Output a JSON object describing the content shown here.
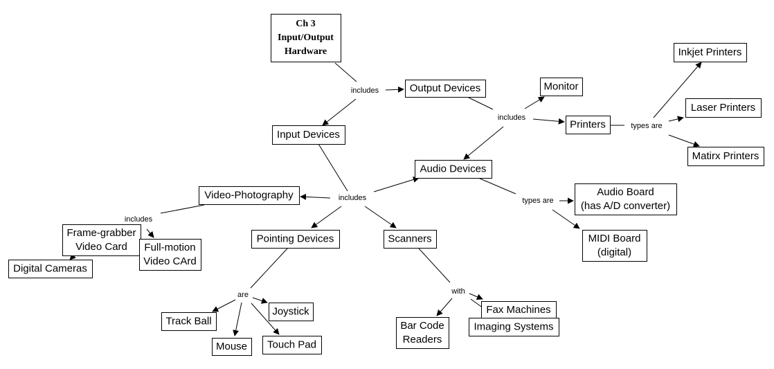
{
  "title": "Ch 3 Input/Output Hardware",
  "concepts": {
    "root": [
      "Ch 3",
      "Input/Output",
      "Hardware"
    ],
    "output_devices": [
      "Output Devices"
    ],
    "input_devices": [
      "Input Devices"
    ],
    "monitor": [
      "Monitor"
    ],
    "printers": [
      "Printers"
    ],
    "inkjet": [
      "Inkjet Printers"
    ],
    "laser": [
      "Laser Printers"
    ],
    "matrix": [
      "Matirx Printers"
    ],
    "audio_devices": [
      "Audio Devices"
    ],
    "audio_board": [
      "Audio Board",
      "(has A/D converter)"
    ],
    "midi_board": [
      "MIDI Board",
      "(digital)"
    ],
    "video_photo": [
      "Video-Photography"
    ],
    "frame_grabber": [
      "Frame-grabber",
      "Video Card"
    ],
    "full_motion": [
      "Full-motion",
      "Video CArd"
    ],
    "digital_cameras": [
      "Digital Cameras"
    ],
    "pointing_devices": [
      "Pointing Devices"
    ],
    "scanners": [
      "Scanners"
    ],
    "track_ball": [
      "Track Ball"
    ],
    "mouse": [
      "Mouse"
    ],
    "joystick": [
      "Joystick"
    ],
    "touch_pad": [
      "Touch Pad"
    ],
    "bar_code": [
      "Bar Code",
      "Readers"
    ],
    "fax": [
      "Fax Machines"
    ],
    "imaging": [
      "Imaging Systems"
    ]
  },
  "linking_phrases": {
    "includes_root": "includes",
    "includes_output": "includes",
    "types_printers": "types are",
    "includes_input": "includes",
    "types_audio": "types are",
    "includes_video": "includes",
    "are_pointing": "are",
    "with_scanners": "with"
  },
  "propositions": [
    {
      "from": "root",
      "via": "includes_root",
      "to": [
        "output_devices",
        "input_devices"
      ]
    },
    {
      "from": "output_devices",
      "via": "includes_output",
      "to": [
        "monitor",
        "printers",
        "audio_devices"
      ]
    },
    {
      "from": "printers",
      "via": "types_printers",
      "to": [
        "inkjet",
        "laser",
        "matrix"
      ]
    },
    {
      "from": "input_devices",
      "via": "includes_input",
      "to": [
        "video_photo",
        "audio_devices",
        "pointing_devices",
        "scanners"
      ]
    },
    {
      "from": "audio_devices",
      "via": "types_audio",
      "to": [
        "audio_board",
        "midi_board"
      ]
    },
    {
      "from": "video_photo",
      "via": "includes_video",
      "to": [
        "full_motion",
        "digital_cameras"
      ]
    },
    {
      "from": "pointing_devices",
      "via": "are_pointing",
      "to": [
        "track_ball",
        "mouse",
        "joystick",
        "touch_pad"
      ]
    },
    {
      "from": "scanners",
      "via": "with_scanners",
      "to": [
        "bar_code",
        "fax",
        "imaging"
      ]
    }
  ]
}
